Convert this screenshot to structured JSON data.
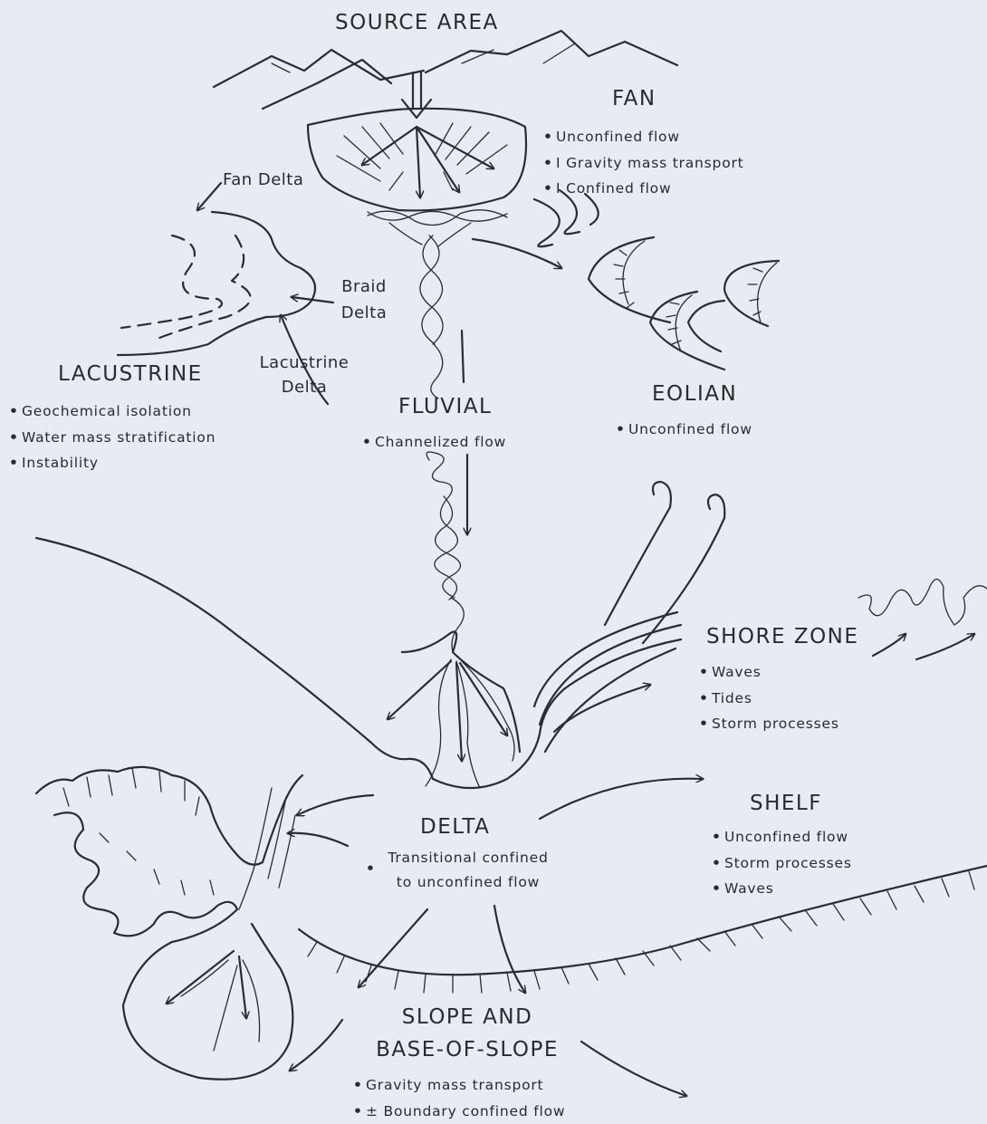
{
  "environments": {
    "source_area": {
      "title": "SOURCE AREA"
    },
    "fan": {
      "title": "FAN",
      "bullets": [
        "Unconfined flow",
        "I Gravity mass transport",
        "I Confined flow"
      ]
    },
    "lacustrine": {
      "title": "LACUSTRINE",
      "bullets": [
        "Geochemical isolation",
        "Water mass stratification",
        "Instability"
      ]
    },
    "fluvial": {
      "title": "FLUVIAL",
      "bullets": [
        "Channelized flow"
      ]
    },
    "eolian": {
      "title": "EOLIAN",
      "bullets": [
        "Unconfined flow"
      ]
    },
    "shore_zone": {
      "title": "SHORE ZONE",
      "bullets": [
        "Waves",
        "Tides",
        "Storm processes"
      ]
    },
    "shelf": {
      "title": "SHELF",
      "bullets": [
        "Unconfined flow",
        "Storm processes",
        "Waves"
      ]
    },
    "delta": {
      "title": "DELTA",
      "bullets": [
        "Transitional confined",
        "to unconfined flow"
      ]
    },
    "slope": {
      "title_line1": "SLOPE AND",
      "title_line2": "BASE-OF-SLOPE",
      "bullets": [
        "Gravity mass transport",
        "± Boundary confined flow"
      ]
    }
  },
  "link_labels": {
    "fan_delta": "Fan Delta",
    "braid_delta_line1": "Braid",
    "braid_delta_line2": "Delta",
    "lacustrine_delta_line1": "Lacustrine",
    "lacustrine_delta_line2": "Delta"
  }
}
